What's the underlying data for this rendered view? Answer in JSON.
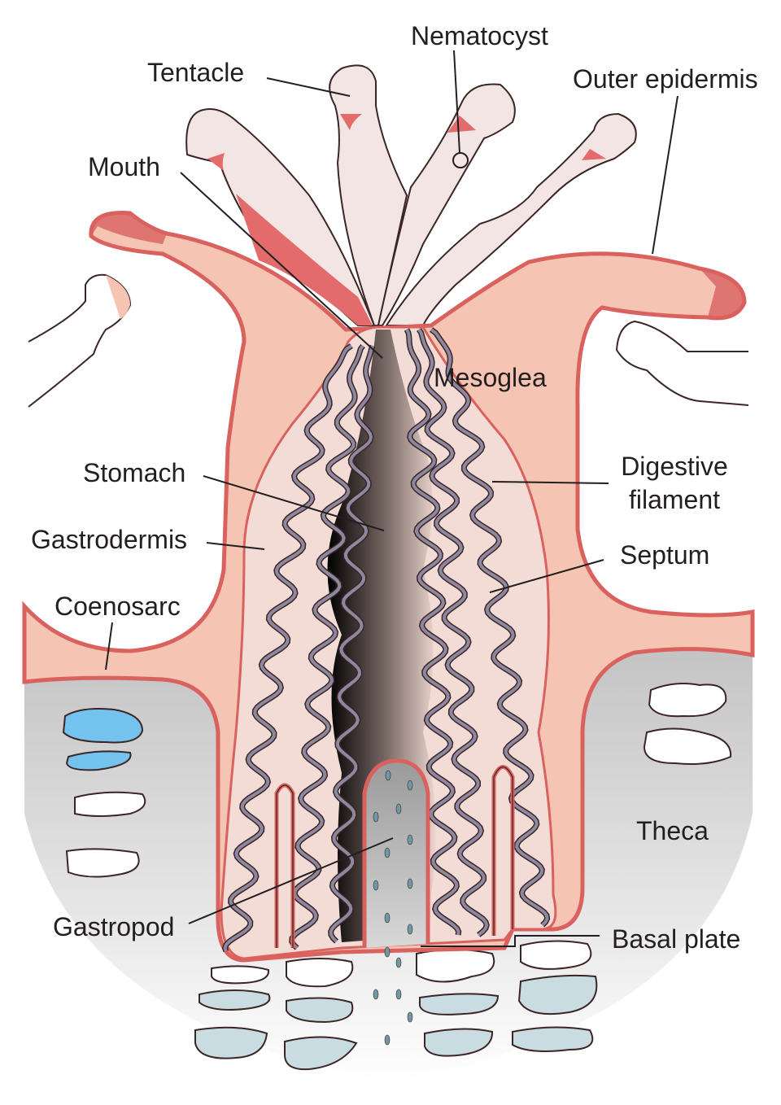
{
  "labels": {
    "nematocyst": "Nematocyst",
    "tentacle": "Tentacle",
    "outer_epidermis": "Outer epidermis",
    "mouth": "Mouth",
    "mesoglea": "Mesoglea",
    "stomach": "Stomach",
    "digestive_filament_1": "Digestive",
    "digestive_filament_2": "filament",
    "gastrodermis": "Gastrodermis",
    "septum": "Septum",
    "coenosarc": "Coenosarc",
    "theca": "Theca",
    "gastropod": "Gastropod",
    "basal_plate": "Basal plate"
  },
  "colors": {
    "body": "#f5c4b2",
    "epidermis": "#d9625f",
    "tentacle": "#f3e5e3",
    "inner": "#f4dcd6",
    "filament": "#8c88a0",
    "skeleton": "#c9dce2",
    "blue_skeleton": "#74c3ef",
    "outline": "#3b2525"
  }
}
